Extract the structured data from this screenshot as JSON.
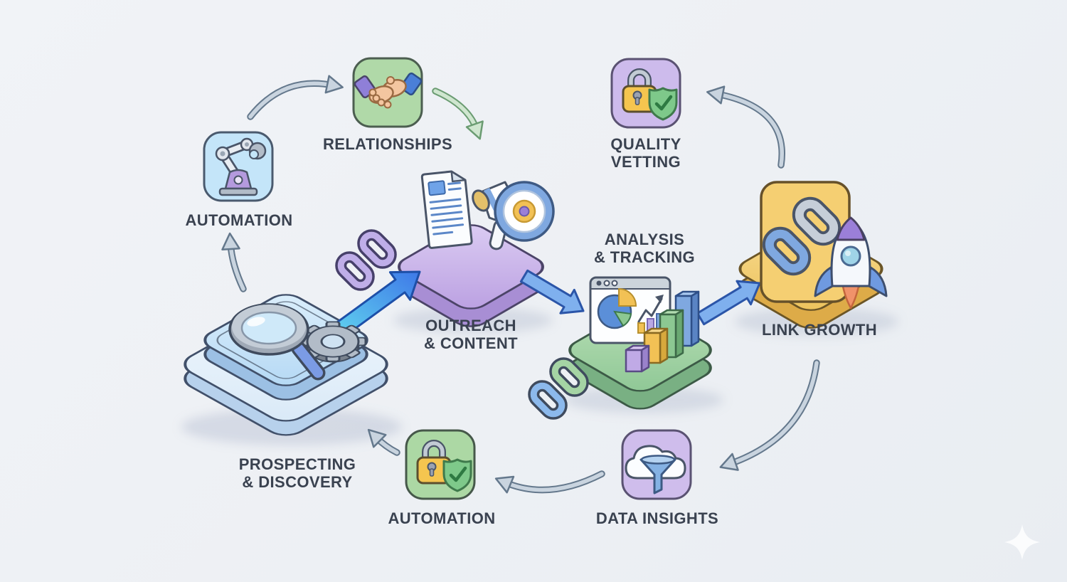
{
  "diagram_title": "link-building workflow loop",
  "labels": {
    "automation_top": "AUTOMATION",
    "relationships": "RELATIONSHIPS",
    "quality_vetting": "QUALITY\nVETTING",
    "outreach": "OUTREACH\n& CONTENT",
    "analysis": "ANALYSIS\n& TRACKING",
    "link_growth": "LINK GROWTH",
    "prospecting": "PROSPECTING\n& DISCOVERY",
    "automation_bottom": "AUTOMATION",
    "data_insights": "DATA INSIGHTS"
  },
  "nodes": [
    {
      "id": "automation-top",
      "label": "AUTOMATION",
      "icon": "robot-arm-icon",
      "shape": "rounded-tile",
      "tile_color": "#c4e5f9"
    },
    {
      "id": "relationships",
      "label": "RELATIONSHIPS",
      "icon": "handshake-icon",
      "shape": "rounded-tile",
      "tile_color": "#b0d9a8"
    },
    {
      "id": "quality-vetting",
      "label": "QUALITY VETTING",
      "icon": "lock-shield-icon",
      "shape": "rounded-tile",
      "tile_color": "#cdbbec"
    },
    {
      "id": "prospecting",
      "label": "PROSPECTING & DISCOVERY",
      "icon": "magnifier-gear-icon",
      "shape": "isometric-platform",
      "platform_color": "#c6e3f8"
    },
    {
      "id": "outreach",
      "label": "OUTREACH & CONTENT",
      "icon": "document-megaphone-icon",
      "shape": "isometric-platform",
      "platform_color": "#c9b4e6"
    },
    {
      "id": "analysis",
      "label": "ANALYSIS & TRACKING",
      "icon": "analytics-window-icon",
      "shape": "isometric-platform",
      "platform_color": "#a3d4a4"
    },
    {
      "id": "link-growth",
      "label": "LINK GROWTH",
      "icon": "chain-rocket-icon",
      "shape": "isometric-platform",
      "platform_color": "#f4d078"
    },
    {
      "id": "data-insights",
      "label": "DATA INSIGHTS",
      "icon": "cloud-funnel-icon",
      "shape": "rounded-tile",
      "tile_color": "#cfbdec"
    },
    {
      "id": "automation-bottom",
      "label": "AUTOMATION",
      "icon": "lock-shield-icon",
      "shape": "rounded-tile",
      "tile_color": "#acd8a4"
    }
  ],
  "arrows": [
    {
      "from": "prospecting",
      "to": "automation-top",
      "style": "gray-curved"
    },
    {
      "from": "automation-top",
      "to": "relationships",
      "style": "gray-curved"
    },
    {
      "from": "relationships",
      "to": "outreach",
      "style": "green-curved"
    },
    {
      "from": "prospecting",
      "to": "outreach",
      "style": "blue-gradient-bold"
    },
    {
      "from": "outreach",
      "to": "analysis",
      "style": "blue-bold"
    },
    {
      "from": "analysis",
      "to": "link-growth",
      "style": "blue-bold"
    },
    {
      "from": "link-growth",
      "to": "quality-vetting",
      "style": "gray-curved"
    },
    {
      "from": "link-growth",
      "to": "data-insights",
      "style": "gray-curved"
    },
    {
      "from": "data-insights",
      "to": "automation-bottom",
      "style": "gray-curved"
    },
    {
      "from": "automation-bottom",
      "to": "prospecting",
      "style": "gray-curved"
    }
  ],
  "palette": {
    "background": "#eef0f4",
    "outline": "#4a5568",
    "text": "#3a4250",
    "arrow_gray_fill": "#c9d4df",
    "arrow_gray_stroke": "#64788c",
    "arrow_green_fill": "#cfe6cf",
    "arrow_green_stroke": "#6b9c72",
    "arrow_blue_fill": "#7fb0ee",
    "arrow_blue_stroke": "#2b55a8",
    "arrow_gradient": [
      "#62d8ef",
      "#3e78e8"
    ],
    "platform_blue": "#c6e3f8",
    "platform_purple": "#c9b4e6",
    "platform_green": "#a3d4a4",
    "platform_yellow": "#f4d078",
    "lock_body": "#f5c54f",
    "shield_green": "#7ec98a"
  },
  "decorations": [
    {
      "id": "sparkle",
      "icon": "sparkle-icon"
    }
  ]
}
